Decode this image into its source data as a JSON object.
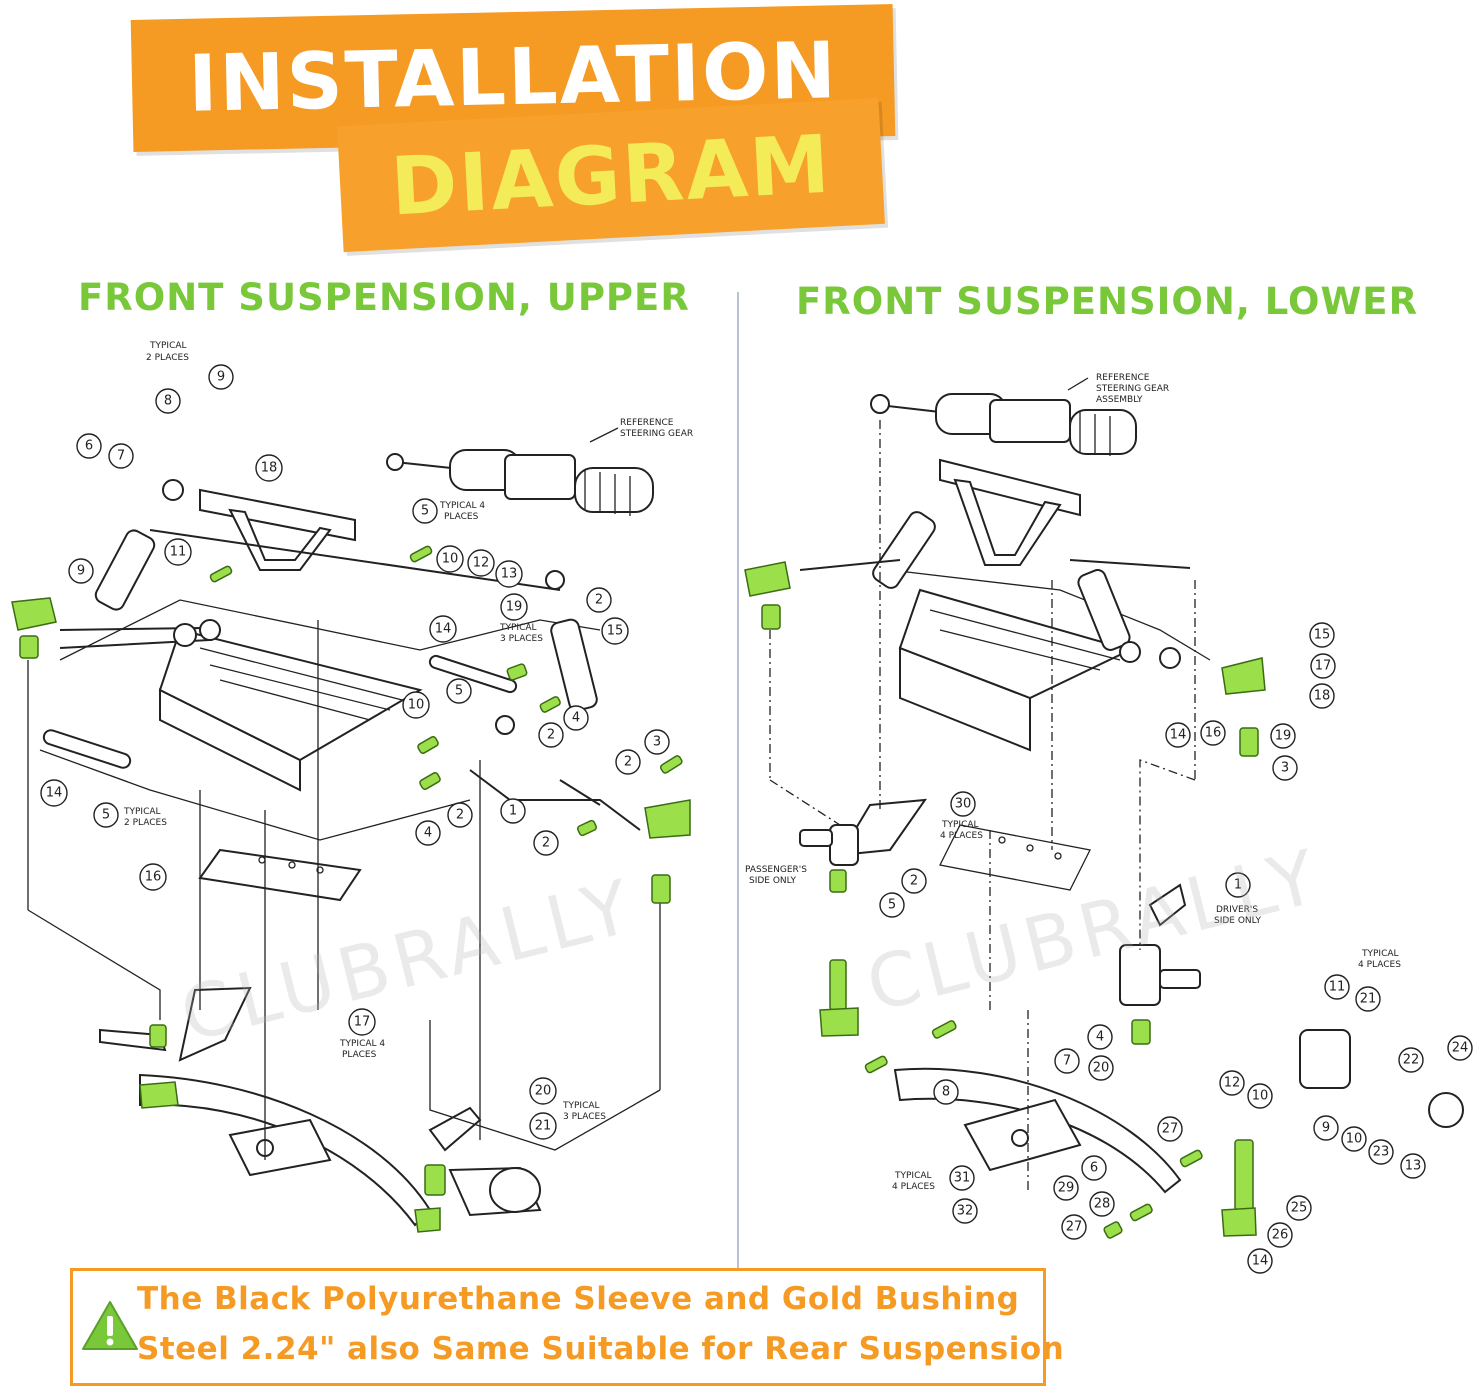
{
  "banner": {
    "line1": "INSTALLATION",
    "line2": "DIAGRAM"
  },
  "sections": {
    "upper_title": "FRONT SUSPENSION, UPPER",
    "lower_title": "FRONT SUSPENSION, LOWER"
  },
  "upper_diagram": {
    "labels": {
      "typical2_top": "TYPICAL",
      "typical2_bottom": "2 PLACES",
      "ref_gear_top": "REFERENCE",
      "ref_gear_bottom": "STEERING GEAR",
      "typical4_a_top": "TYPICAL 4",
      "typical4_a_bottom": "PLACES",
      "typical3_a_top": "TYPICAL",
      "typical3_a_bottom": "3 PLACES",
      "typical2_b_top": "TYPICAL",
      "typical2_b_bottom": "2 PLACES",
      "typical4_b_top": "TYPICAL 4",
      "typical4_b_bottom": "PLACES",
      "typical3_b_top": "TYPICAL",
      "typical3_b_bottom": "3 PLACES"
    },
    "callouts": [
      "8",
      "9",
      "6",
      "7",
      "18",
      "5",
      "11",
      "9",
      "10",
      "12",
      "13",
      "19",
      "2",
      "15",
      "14",
      "5",
      "10",
      "4",
      "2",
      "3",
      "2",
      "14",
      "5",
      "1",
      "4",
      "2",
      "2",
      "16",
      "17",
      "20",
      "21"
    ]
  },
  "lower_diagram": {
    "labels": {
      "ref_gear_top": "REFERENCE",
      "ref_gear_mid": "STEERING GEAR",
      "ref_gear_bottom": "ASSEMBLY",
      "passenger_top": "PASSENGER'S",
      "passenger_bottom": "SIDE ONLY",
      "typical4_a_top": "TYPICAL",
      "typical4_a_bottom": "4 PLACES",
      "driver_top": "DRIVER'S",
      "driver_bottom": "SIDE ONLY",
      "typical4_b_top": "TYPICAL",
      "typical4_b_bottom": "4 PLACES",
      "typical4_c_top": "TYPICAL",
      "typical4_c_bottom": "4 PLACES"
    },
    "callouts": [
      "15",
      "17",
      "18",
      "14",
      "16",
      "19",
      "3",
      "30",
      "2",
      "5",
      "1",
      "11",
      "21",
      "22",
      "24",
      "4",
      "20",
      "7",
      "12",
      "10",
      "9",
      "10",
      "23",
      "13",
      "8",
      "27",
      "6",
      "29",
      "31",
      "32",
      "28",
      "27",
      "26",
      "25",
      "14"
    ]
  },
  "watermark": "CLUBRALLY",
  "note": {
    "line1": "The Black Polyurethane Sleeve and Gold Bushing",
    "line2": "Steel 2.24\" also Same Suitable for Rear Suspension"
  },
  "colors": {
    "banner_orange": "#f59a23",
    "banner_text_white": "#ffffff",
    "banner_text_yellow": "#f3ec58",
    "section_title_green": "#78c83a",
    "highlight_part_green": "#9be04a",
    "note_orange": "#f59a23",
    "warning_green": "#78c83a"
  }
}
